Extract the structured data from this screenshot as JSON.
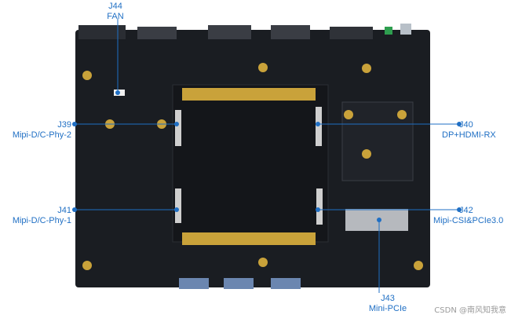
{
  "connectors": [
    {
      "id": "J44",
      "desc": "FAN"
    },
    {
      "id": "J39",
      "desc": "Mipi-D/C-Phy-2"
    },
    {
      "id": "J41",
      "desc": "Mipi-D/C-Phy-1"
    },
    {
      "id": "J40",
      "desc": "DP+HDMI-RX"
    },
    {
      "id": "J42",
      "desc": "Mipi-CSI&PCIe3.0"
    },
    {
      "id": "J43",
      "desc": "Mini-PCIe"
    }
  ],
  "watermark": "CSDN @南风知我意",
  "colors": {
    "callout": "#1f6fc4",
    "board": "#1a1d22",
    "gold": "#c9a23a"
  }
}
